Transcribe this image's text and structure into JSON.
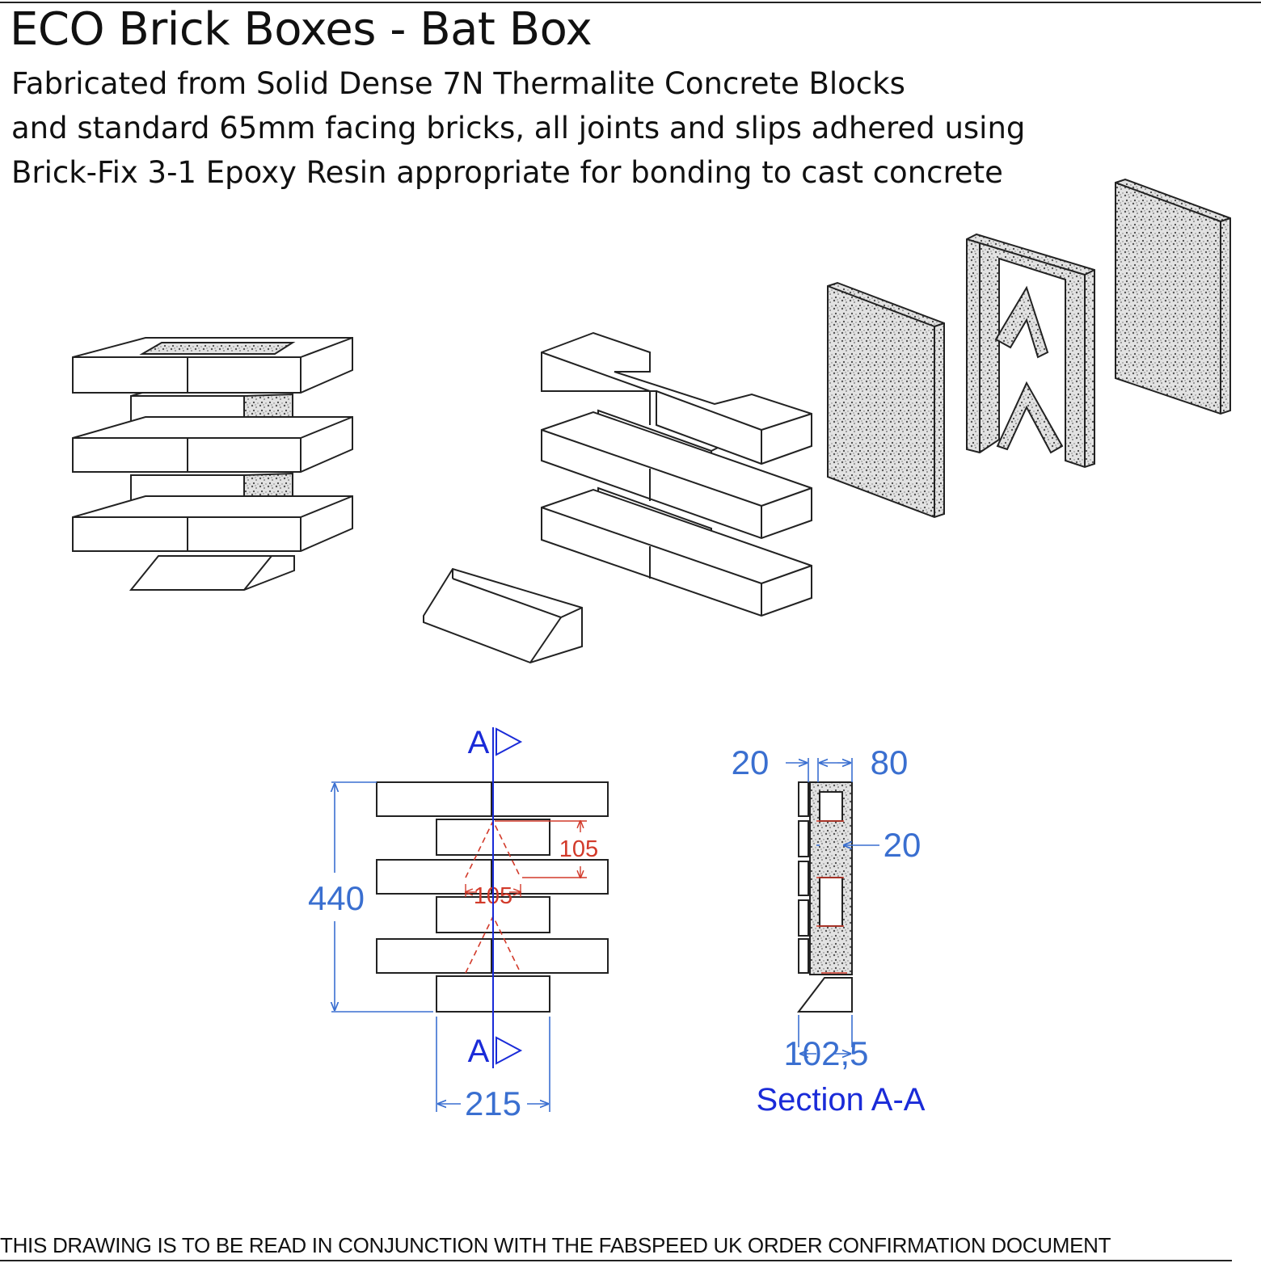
{
  "title": "ECO Brick Boxes - Bat Box",
  "description": [
    "Fabricated from Solid Dense 7N Thermalite Concrete Blocks",
    "and standard 65mm facing bricks, all joints and slips adhered using",
    "Brick-Fix 3-1 Epoxy Resin appropriate for bonding to cast concrete"
  ],
  "front_view": {
    "section_marker_top": "A",
    "section_marker_bottom": "A",
    "height_dim": "440",
    "width_dim": "215",
    "entrance_height_dim": "105",
    "entrance_width_dim": "105"
  },
  "section_view": {
    "dim_left": "20",
    "dim_right": "80",
    "dim_wall": "20",
    "dim_depth": "102,5",
    "caption": "Section A-A"
  },
  "footer": "THIS DRAWING IS TO BE READ IN CONJUNCTION WITH THE FABSPEED UK ORDER CONFIRMATION DOCUMENT",
  "colors": {
    "line": "#222222",
    "dimension_blue": "#3a6fd0",
    "caption_blue": "#1a2bd8",
    "hidden_red": "#d23a2a",
    "concrete_fill": "#bdbdbd"
  }
}
